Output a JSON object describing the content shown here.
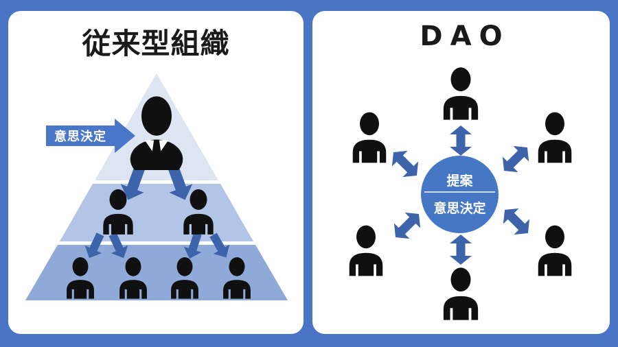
{
  "colors": {
    "background_blue": "#4a74c4",
    "panel_white": "#ffffff",
    "pyramid_tier1": "#dde4f2",
    "pyramid_tier2": "#b2c5e7",
    "pyramid_tier3": "#8fa9d8",
    "arrow_blue": "#3d64aa",
    "tag_blue": "#4a76c8",
    "circle_blue": "#4577c5",
    "person_black": "#101010",
    "title_black": "#1a1a1a"
  },
  "left_panel": {
    "title": "従来型組織",
    "decision_tag_label": "意思決定",
    "hierarchy": {
      "top_count": 1,
      "middle_count": 2,
      "bottom_count": 4
    }
  },
  "right_panel": {
    "title": "DAO",
    "center_circle": {
      "top_label": "提案",
      "bottom_label": "意思決定"
    },
    "member_count": 6
  }
}
